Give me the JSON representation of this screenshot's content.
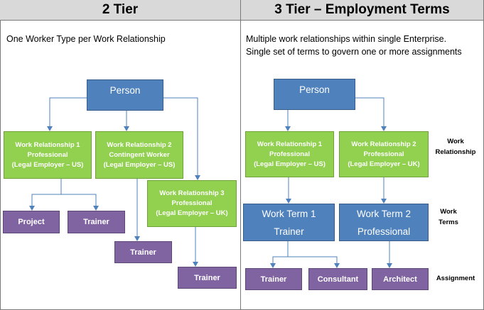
{
  "left": {
    "title": "2 Tier",
    "description": "One Worker Type per Work Relationship",
    "person": "Person",
    "work_relationships": [
      {
        "line1": "Work Relationship 1",
        "line2": "Professional",
        "line3": "(Legal Employer – US)"
      },
      {
        "line1": "Work Relationship 2",
        "line2": "Contingent Worker",
        "line3": "(Legal Employer – US)"
      },
      {
        "line1": "Work Relationship 3",
        "line2": "Professional",
        "line3": "(Legal Employer – UK)"
      }
    ],
    "assignments": [
      "Project",
      "Trainer",
      "Trainer",
      "Trainer"
    ]
  },
  "right": {
    "title": "3 Tier – Employment  Terms",
    "description_line1": "Multiple work relationships within single Enterprise.",
    "description_line2": "Single set of terms to govern one or more assignments",
    "person": "Person",
    "work_relationships": [
      {
        "line1": "Work Relationship 1",
        "line2": "Professional",
        "line3": "(Legal Employer – US)"
      },
      {
        "line1": "Work Relationship 2",
        "line2": "Professional",
        "line3": "(Legal Employer – UK)"
      }
    ],
    "work_terms": [
      {
        "line1": "Work Term 1",
        "line2": "Trainer"
      },
      {
        "line1": "Work Term 2",
        "line2": "Professional"
      }
    ],
    "assignments": [
      "Trainer",
      "Consultant",
      "Architect"
    ],
    "labels": {
      "relationship_line1": "Work",
      "relationship_line2": "Relationship",
      "terms_line1": "Work",
      "terms_line2": "Terms",
      "assignment": "Assignment"
    }
  },
  "colors": {
    "person_blue": "#4f81bd",
    "relationship_green": "#92d050",
    "assignment_purple": "#8064a2",
    "connector": "#4f81bd",
    "header_gray": "#d9d9d9"
  }
}
